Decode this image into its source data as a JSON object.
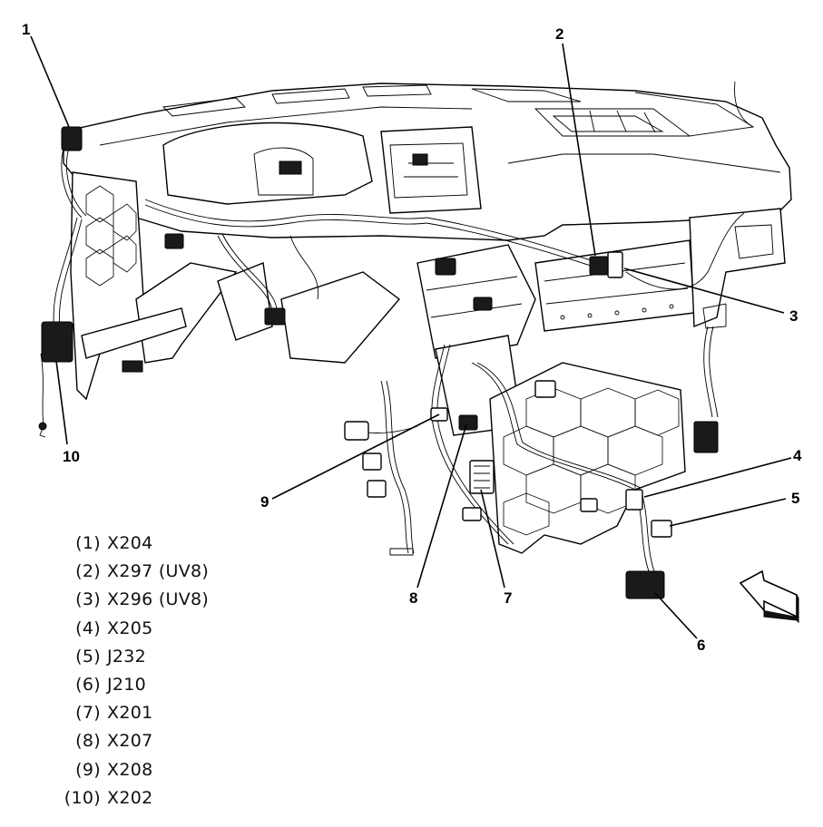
{
  "callouts": [
    {
      "n": "1"
    },
    {
      "n": "2"
    },
    {
      "n": "3"
    },
    {
      "n": "4"
    },
    {
      "n": "5"
    },
    {
      "n": "6"
    },
    {
      "n": "7"
    },
    {
      "n": "8"
    },
    {
      "n": "9"
    },
    {
      "n": "10"
    }
  ],
  "legend": [
    {
      "num": "(1)",
      "label": "X204"
    },
    {
      "num": "(2)",
      "label": "X297 (UV8)"
    },
    {
      "num": "(3)",
      "label": "X296 (UV8)"
    },
    {
      "num": "(4)",
      "label": "X205"
    },
    {
      "num": "(5)",
      "label": "J232"
    },
    {
      "num": "(6)",
      "label": "J210"
    },
    {
      "num": "(7)",
      "label": "X201"
    },
    {
      "num": "(8)",
      "label": "X207"
    },
    {
      "num": "(9)",
      "label": "X208"
    },
    {
      "num": "(10)",
      "label": "X202"
    }
  ],
  "icons": {
    "direction": "forward-arrow-icon"
  }
}
